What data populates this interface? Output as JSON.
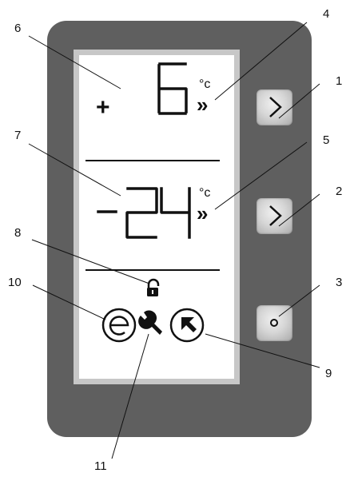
{
  "display": {
    "zone1": {
      "sign": "+",
      "value": "6",
      "unit": "°c"
    },
    "zone2": {
      "sign": "-",
      "value": "24",
      "unit": "°c"
    },
    "chevrons": "»"
  },
  "callouts": [
    "1",
    "2",
    "3",
    "4",
    "5",
    "6",
    "7",
    "8",
    "9",
    "10",
    "11"
  ],
  "colors": {
    "panel": "#5f5f5f",
    "display_frame": "#c7c7c7",
    "display": "#ffffff",
    "segments": "#111111"
  },
  "icons": [
    "lock-icon",
    "eco-icon",
    "wrench-icon",
    "airplane-icon"
  ]
}
